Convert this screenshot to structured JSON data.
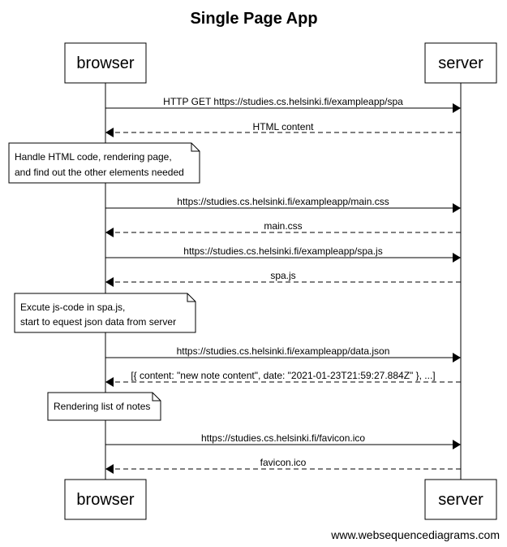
{
  "title": "Single Page App",
  "actors": {
    "browser": "browser",
    "server": "server"
  },
  "messages": [
    {
      "from": "browser",
      "to": "server",
      "style": "solid",
      "label": "HTTP GET https://studies.cs.helsinki.fi/exampleapp/spa"
    },
    {
      "from": "server",
      "to": "browser",
      "style": "dashed",
      "label": "HTML content"
    },
    {
      "note": [
        "Handle HTML code, rendering page,",
        "and find out the other elements needed"
      ]
    },
    {
      "from": "browser",
      "to": "server",
      "style": "solid",
      "label": "https://studies.cs.helsinki.fi/exampleapp/main.css"
    },
    {
      "from": "server",
      "to": "browser",
      "style": "dashed",
      "label": "main.css"
    },
    {
      "from": "browser",
      "to": "server",
      "style": "solid",
      "label": "https://studies.cs.helsinki.fi/exampleapp/spa.js"
    },
    {
      "from": "server",
      "to": "browser",
      "style": "dashed",
      "label": "spa.js"
    },
    {
      "note": [
        "Excute js-code in spa.js,",
        "start to equest json data from server"
      ]
    },
    {
      "from": "browser",
      "to": "server",
      "style": "solid",
      "label": "https://studies.cs.helsinki.fi/exampleapp/data.json"
    },
    {
      "from": "server",
      "to": "browser",
      "style": "dashed",
      "label": "[{ content: \"new note content\", date: \"2021-01-23T21:59:27.884Z\" }, ...]"
    },
    {
      "note": [
        "Rendering list of notes"
      ]
    },
    {
      "from": "browser",
      "to": "server",
      "style": "solid",
      "label": "https://studies.cs.helsinki.fi/favicon.ico"
    },
    {
      "from": "server",
      "to": "browser",
      "style": "dashed",
      "label": "favicon.ico"
    }
  ],
  "watermark": "www.websequencediagrams.com"
}
